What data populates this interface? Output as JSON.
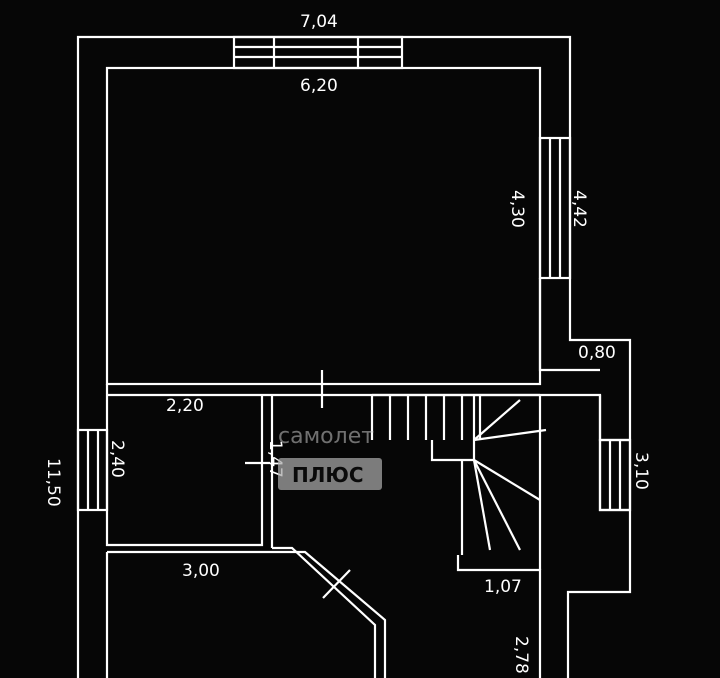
{
  "plan": {
    "colors": {
      "background": "#060606",
      "lines": "#ffffff",
      "watermark": "#9a9a9a"
    },
    "dimensions": {
      "outer_width": "7,04",
      "inner_width": "6,20",
      "room_height": "4,30",
      "outer_right_height": "4,42",
      "ledge": "0,80",
      "small_room_width": "2,20",
      "small_room_height": "2,40",
      "total_height": "11,50",
      "corridor_width": "1,47",
      "stair_side_height": "3,10",
      "lower_room_width": "3,00",
      "stair_bottom": "1,07",
      "lower_right": "2,78"
    }
  },
  "watermark": {
    "brand": "самолет",
    "sub": "ПЛЮС"
  }
}
